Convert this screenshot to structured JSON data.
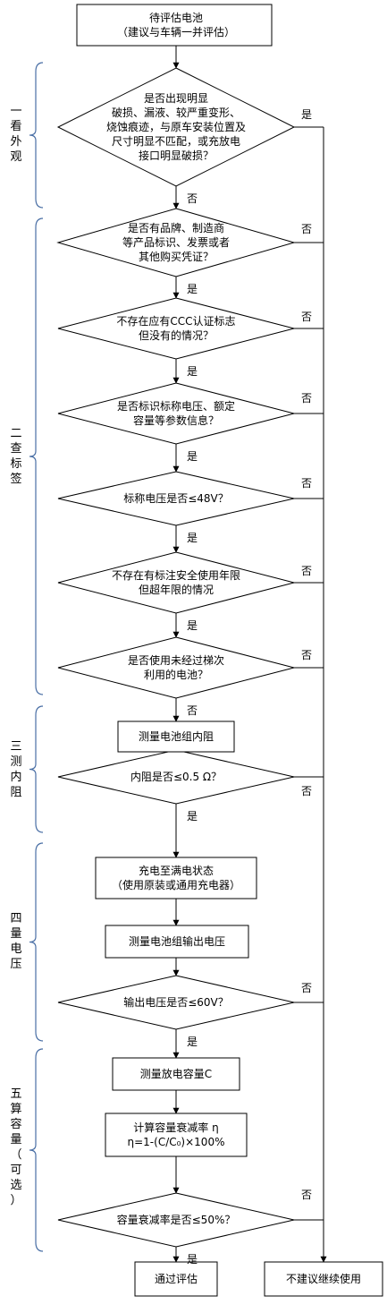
{
  "start": [
    "待评估电池",
    "（建议与车辆一并评估）"
  ],
  "sections": [
    {
      "chars": [
        "一",
        "看",
        "外",
        "观"
      ]
    },
    {
      "chars": [
        "二",
        "查",
        "标",
        "签"
      ]
    },
    {
      "chars": [
        "三",
        "测",
        "内",
        "阻"
      ]
    },
    {
      "chars": [
        "四",
        "量",
        "电",
        "压"
      ]
    },
    {
      "chars": [
        "五",
        "算",
        "容",
        "量",
        "（",
        "可",
        "选",
        "）"
      ]
    }
  ],
  "decisions": [
    {
      "lines": [
        "是否出现明显",
        "破损、漏液、较严重变形、",
        "烧蚀痕迹，与原车安装位置及",
        "尺寸明显不匹配，或充放电",
        "接口明显破损？"
      ],
      "down": "否",
      "right": "是"
    },
    {
      "lines": [
        "是否有品牌、制造商",
        "等产品标识、发票或者",
        "其他购买凭证？"
      ],
      "down": "是",
      "right": "否"
    },
    {
      "lines": [
        "不存在应有CCC认证标志",
        "但没有的情况？"
      ],
      "down": "是",
      "right": "否"
    },
    {
      "lines": [
        "是否标识标称电压、额定",
        "容量等参数信息？"
      ],
      "down": "是",
      "right": "否"
    },
    {
      "lines": [
        "标称电压是否≤48V？"
      ],
      "down": "是",
      "right": "否"
    },
    {
      "lines": [
        "不存在有标注安全使用年限",
        "但超年限的情况"
      ],
      "down": "是",
      "right": "否"
    },
    {
      "lines": [
        "是否使用未经过梯次",
        "利用的电池？"
      ],
      "down": "否",
      "right": "否"
    },
    {
      "lines": [
        "内阻是否≤0.5 Ω？"
      ],
      "down": "是",
      "right": "否"
    },
    {
      "lines": [
        "输出电压是否≤60V？"
      ],
      "down": "是",
      "right": "否"
    },
    {
      "lines": [
        "容量衰减率是否≤50%？"
      ],
      "down": "是",
      "right": "否"
    }
  ],
  "processes": [
    {
      "lines": [
        "测量电池组内阻"
      ]
    },
    {
      "lines": [
        "充电至满电状态",
        "（使用原装或通用充电器）"
      ]
    },
    {
      "lines": [
        "测量电池组输出电压"
      ]
    },
    {
      "lines": [
        "测量放电容量C"
      ]
    },
    {
      "lines": [
        "计算容量衰减率 η",
        "η=1-(C/C₀)×100%"
      ]
    }
  ],
  "end_pass": "通过评估",
  "end_fail": "不建议继续使用"
}
